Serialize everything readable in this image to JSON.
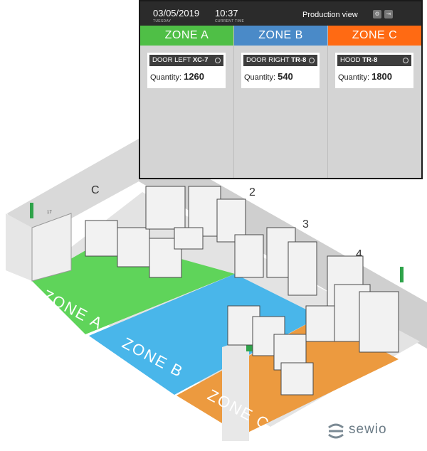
{
  "dashboard": {
    "date": "03/05/2019",
    "day": "TUESDAY",
    "time": "10:37",
    "time_caption": "CURRENT TIME",
    "title": "Production view",
    "zones": [
      {
        "name": "ZONE A",
        "color": "#4fbf46",
        "part": "DOOR LEFT",
        "code": "XC-7",
        "qty_label": "Quantity:",
        "qty": "1260"
      },
      {
        "name": "ZONE B",
        "color": "#4a8ac8",
        "part": "DOOR RIGHT",
        "code": "TR-8",
        "qty_label": "Quantity:",
        "qty": "540"
      },
      {
        "name": "ZONE C",
        "color": "#ff6a13",
        "part": "HOOD",
        "code": "TR-8",
        "qty_label": "Quantity:",
        "qty": "1800"
      }
    ]
  },
  "warehouse": {
    "floor_labels": [
      "ZONE A",
      "ZONE B",
      "ZONE C"
    ],
    "wall_letters": [
      "C"
    ],
    "rack_numbers": [
      "2",
      "3",
      "4"
    ],
    "door_number": "17",
    "zone_colors": {
      "a": "#5fd45a",
      "b": "#49b6ea",
      "c": "#ec9a3f"
    }
  },
  "brand": {
    "name": "sewio"
  }
}
